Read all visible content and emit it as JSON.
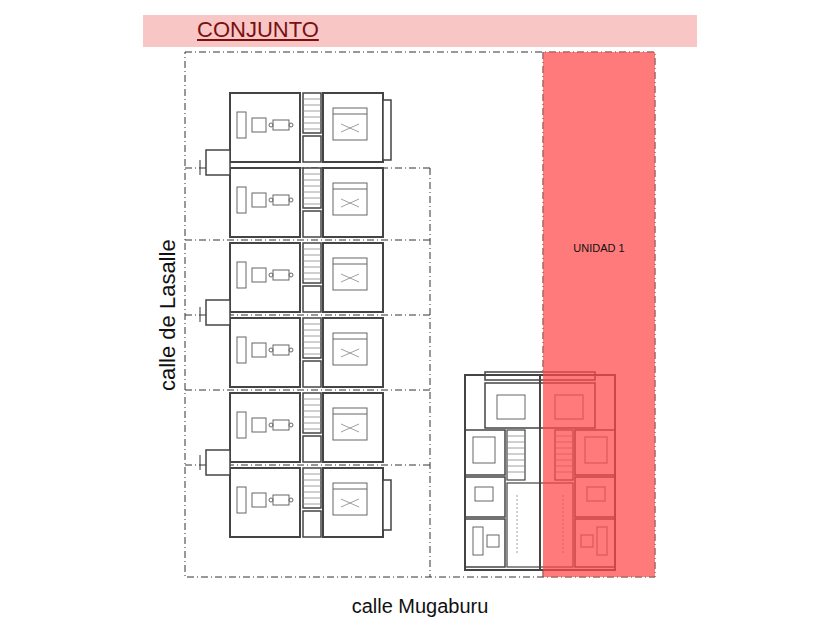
{
  "diagram": {
    "title": "CONJUNTO",
    "nodes": [
      {
        "text": [
          "UNIDAD 1"
        ]
      }
    ],
    "labels": [
      "calle de Lasalle",
      "calle Mugaburu"
    ]
  }
}
